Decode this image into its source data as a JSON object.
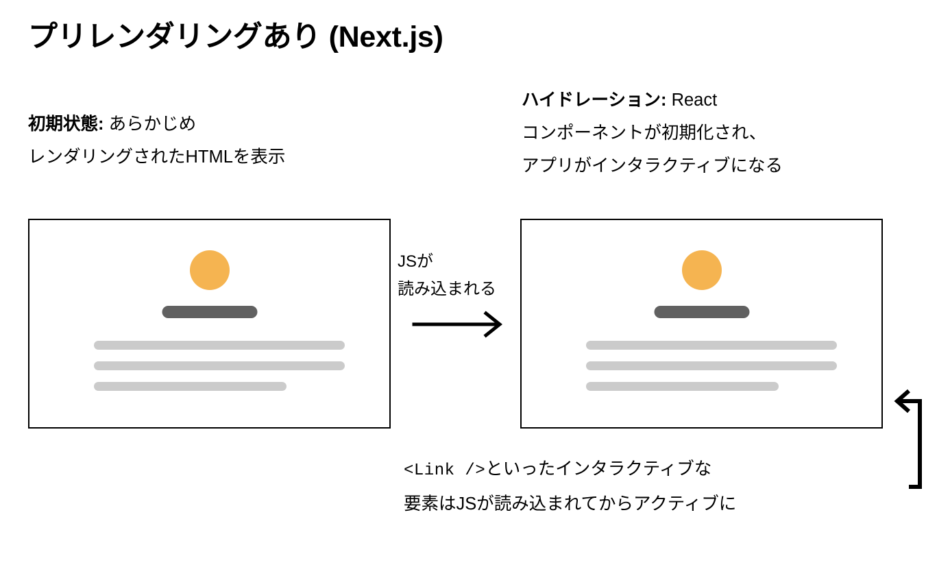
{
  "page": {
    "title": "プリレンダリングあり (Next.js)",
    "background_color": "#FFFFFF",
    "text_color": "#000000"
  },
  "captions": {
    "left": {
      "lead": "初期状態:",
      "body": " あらかじめ",
      "line2": "レンダリングされたHTMLを表示"
    },
    "right": {
      "lead": "ハイドレーション:",
      "body": " React",
      "line2": "コンポーネントが初期化され、",
      "line3": "アプリがインタラクティブになる"
    }
  },
  "mockups": [
    {
      "name": "initial-state-page-mock",
      "avatar_color": "#F5B451",
      "headline_color": "#616161",
      "line_color": "#CBCBCB",
      "lines": [
        "full",
        "full",
        "short"
      ]
    },
    {
      "name": "hydrated-page-mock",
      "avatar_color": "#F5B451",
      "headline_color": "#616161",
      "line_color": "#CBCBCB",
      "lines": [
        "full",
        "full",
        "short"
      ]
    }
  ],
  "flow": {
    "label_line1": "JSが",
    "label_line2": "読み込まれる",
    "arrow_direction": "right"
  },
  "bottom_note": {
    "code": "<Link />",
    "line1_rest": "といったインタラクティブな",
    "line2": "要素はJSが読み込まれてからアクティブに",
    "return_arrow_direction": "left"
  }
}
